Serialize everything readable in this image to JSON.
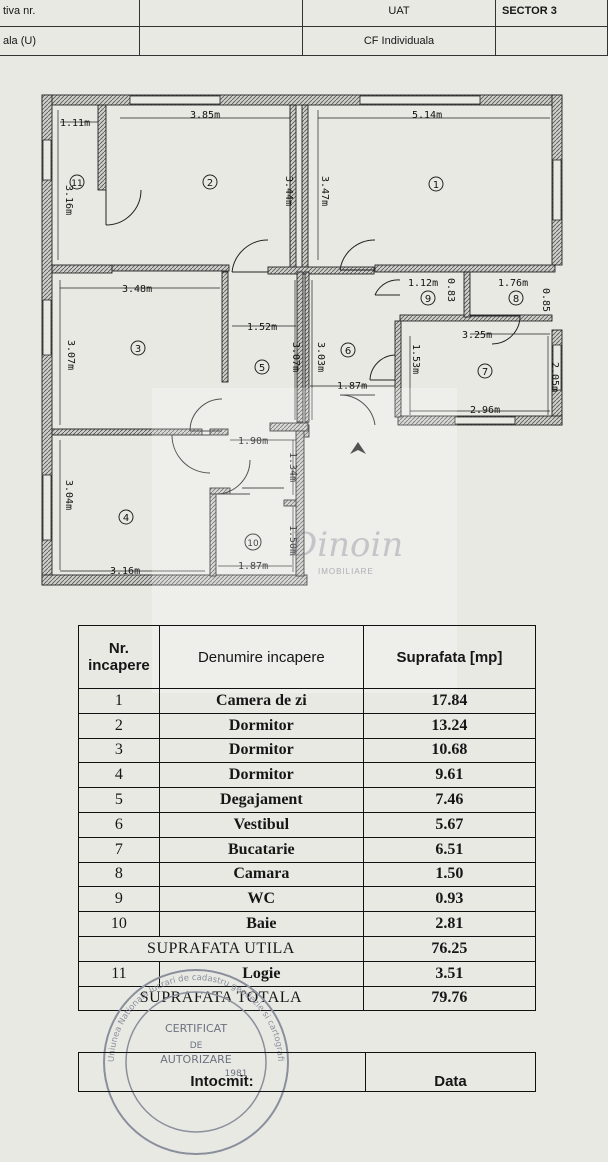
{
  "header": {
    "cell_tl": "tiva nr.",
    "cell_tc": "UAT",
    "cell_tr": "SECTOR 3",
    "cell_bl": "ala (U)",
    "cell_bc": "CF Individuala"
  },
  "plan": {
    "dimensions": {
      "d1": "1.11m",
      "d2": "3.85m",
      "d3": "5.14m",
      "d4": "3.16m",
      "d5": "3.44m",
      "d6": "3.47m",
      "d7": "3.48m",
      "d8": "1.12m",
      "d9": "0.83",
      "d10": "1.76m",
      "d11": "0.85",
      "d12": "1.52m",
      "d13": "3.25m",
      "d14": "3.07m",
      "d15": "3.07m",
      "d16": "3.03m",
      "d17": "1.53m",
      "d18": "2.05m",
      "d19": "1.87m",
      "d20": "2.96m",
      "d21": "1.90m",
      "d22": "1.34m",
      "d23": "3.04m",
      "d24": "1.50m",
      "d25": "3.16m",
      "d26": "1.87m"
    },
    "room_numbers": [
      "1",
      "2",
      "3",
      "4",
      "5",
      "6",
      "7",
      "8",
      "9",
      "10",
      "11"
    ]
  },
  "watermark": {
    "text": "Dinoin",
    "sub": "IMOBILIARE"
  },
  "table": {
    "headers": {
      "nr": "Nr. incapere",
      "name": "Denumire incapere",
      "area": "Suprafata [mp]"
    },
    "rows": [
      {
        "nr": "1",
        "name": "Camera de zi",
        "area": "17.84"
      },
      {
        "nr": "2",
        "name": "Dormitor",
        "area": "13.24"
      },
      {
        "nr": "3",
        "name": "Dormitor",
        "area": "10.68"
      },
      {
        "nr": "4",
        "name": "Dormitor",
        "area": "9.61"
      },
      {
        "nr": "5",
        "name": "Degajament",
        "area": "7.46"
      },
      {
        "nr": "6",
        "name": "Vestibul",
        "area": "5.67"
      },
      {
        "nr": "7",
        "name": "Bucatarie",
        "area": "6.51"
      },
      {
        "nr": "8",
        "name": "Camara",
        "area": "1.50"
      },
      {
        "nr": "9",
        "name": "WC",
        "area": "0.93"
      },
      {
        "nr": "10",
        "name": "Baie",
        "area": "2.81"
      }
    ],
    "utila_label": "SUPRAFATA UTILA",
    "utila_value": "76.25",
    "logie": {
      "nr": "11",
      "name": "Logie",
      "area": "3.51"
    },
    "totala_label": "SUPRAFATA TOTALA",
    "totala_value": "79.76"
  },
  "stamp": {
    "line1": "CERTIFICAT",
    "line2": "DE",
    "line3": "AUTORIZARE",
    "serial": "1981",
    "arc_text": "Uniunea Nationala lucrari de cadastru geodezie si cartografie"
  },
  "bottom": {
    "left": "Intocmit:",
    "right": "Data"
  },
  "colors": {
    "paper": "#e9e9e4",
    "ink": "#161616",
    "wall_hatch": "#555555",
    "stamp_ink": "#8a8f9c"
  }
}
